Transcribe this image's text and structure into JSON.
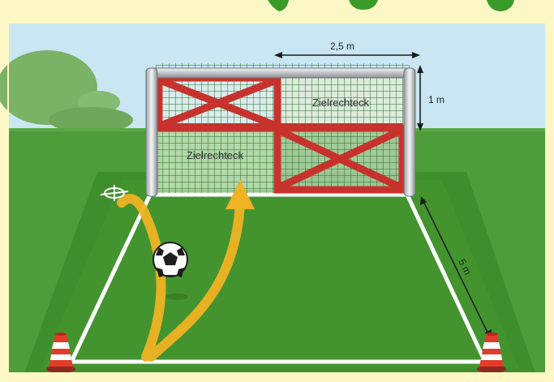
{
  "colors": {
    "frame": "#fdf7c6",
    "title_fragment": "#3a9a2a",
    "sky": "#c9e6f2",
    "grass_far": "#4f9c3a",
    "pitch": "#3f8e2d",
    "goal_net": "#2c6a2c",
    "target_cross": "#c8322d",
    "arrow": "#efb323",
    "line": "#ffffff",
    "cone": "#e23c2a"
  },
  "labels": {
    "goal_width": "2,5 m",
    "goal_height": "1 m",
    "zone_upper_right": "Zielrechteck",
    "zone_lower_left": "Zielrechteck",
    "field_length": "5 m"
  },
  "icons": {
    "ball": "soccer-ball-icon",
    "cone_left": "traffic-cone-icon",
    "cone_right": "traffic-cone-icon",
    "start_marker": "crosshair-marker-icon"
  }
}
